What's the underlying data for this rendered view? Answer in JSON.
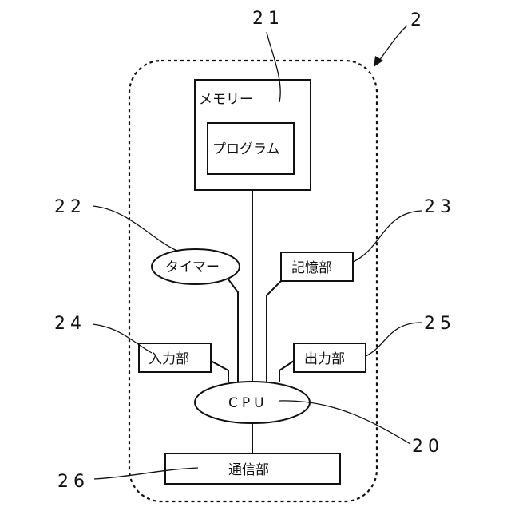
{
  "device_ref": "2",
  "memory": {
    "label": "メモリー",
    "ref": "21"
  },
  "program": {
    "label": "プログラム"
  },
  "timer": {
    "label": "タイマー",
    "ref": "22"
  },
  "storage": {
    "label": "記憶部",
    "ref": "23"
  },
  "input": {
    "label": "入力部",
    "ref": "24"
  },
  "output": {
    "label": "出力部",
    "ref": "25"
  },
  "cpu": {
    "label": "CPU",
    "ref": "20"
  },
  "comm": {
    "label": "通信部",
    "ref": "26"
  }
}
